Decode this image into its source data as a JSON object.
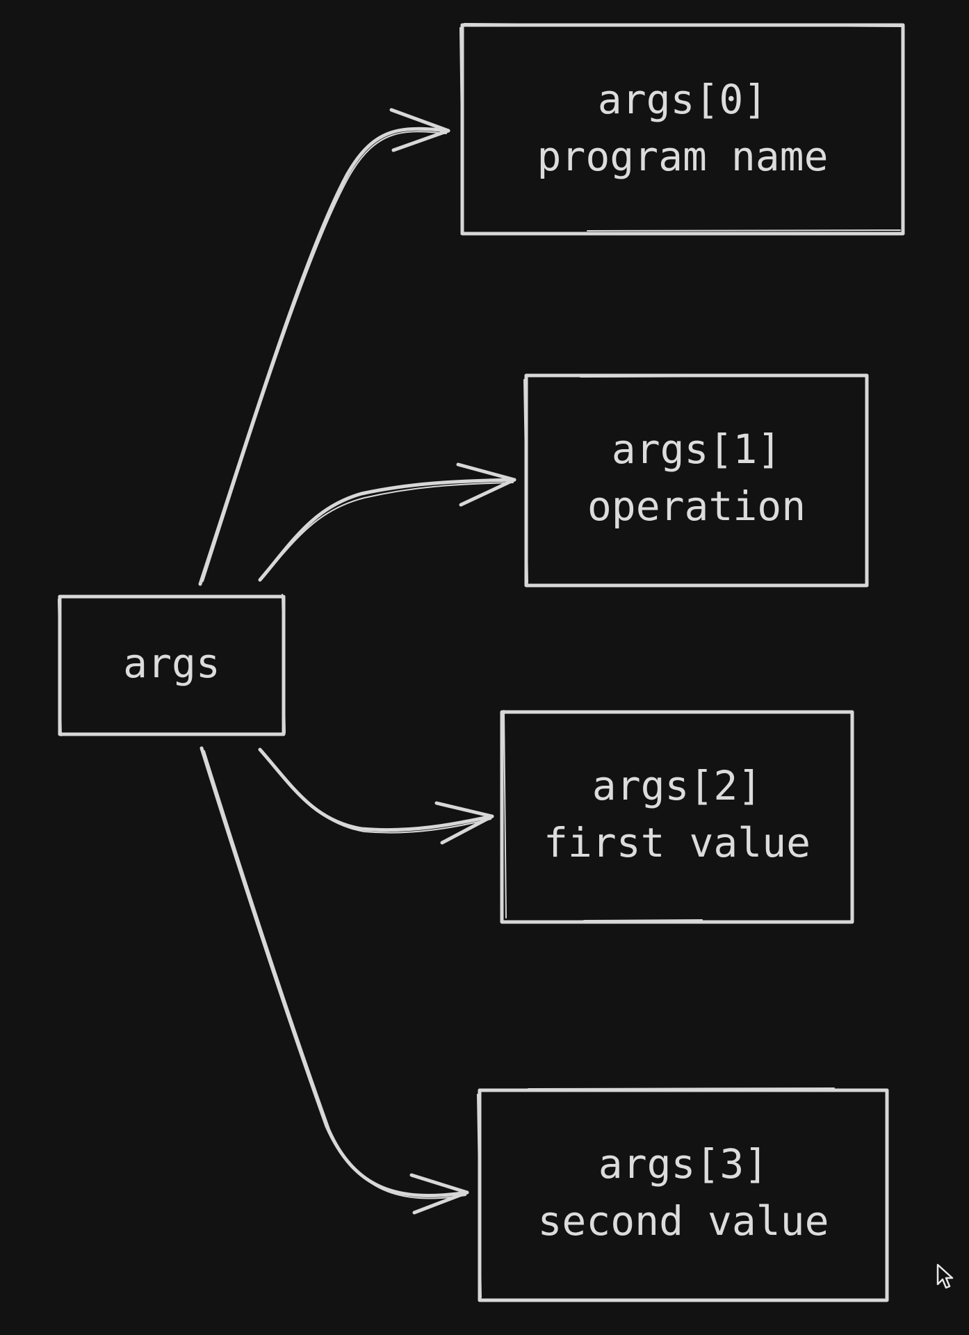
{
  "diagram": {
    "root": {
      "label": "args"
    },
    "children": [
      {
        "line1": "args[0]",
        "line2": "program name"
      },
      {
        "line1": "args[1]",
        "line2": "operation"
      },
      {
        "line1": "args[2]",
        "line2": "first value"
      },
      {
        "line1": "args[3]",
        "line2": "second value"
      }
    ]
  },
  "colors": {
    "background": "#121212",
    "stroke": "#d8d8d8",
    "text": "#dcdcdc"
  },
  "icons": {
    "cursor": "mouse-pointer-icon"
  }
}
